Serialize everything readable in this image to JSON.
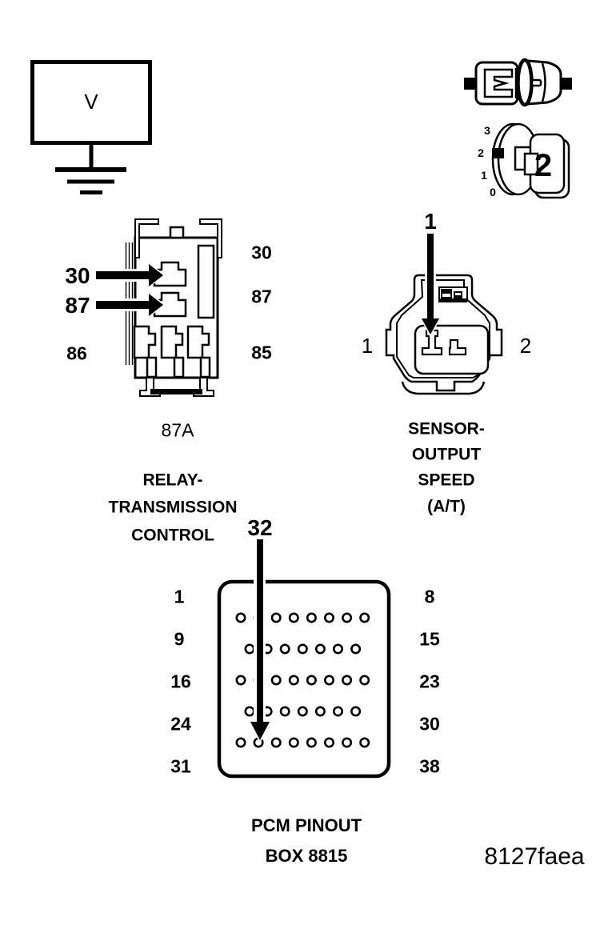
{
  "colors": {
    "ink": "#000000",
    "background": "#ffffff"
  },
  "meter": {
    "label": "V"
  },
  "dial_icon": {
    "ticks": [
      "3",
      "2",
      "1",
      "0"
    ],
    "value": "2"
  },
  "relay": {
    "arrow_labels": [
      "30",
      "87"
    ],
    "right_labels": [
      "30",
      "87",
      "85"
    ],
    "left_label": "86",
    "bottom_label": "87A",
    "caption_lines": [
      "RELAY-",
      "TRANSMISSION",
      "CONTROL"
    ]
  },
  "sensor": {
    "arrow_label": "1",
    "left_label": "1",
    "right_label": "2",
    "caption_lines": [
      "SENSOR-",
      "OUTPUT",
      "SPEED",
      "(A/T)"
    ]
  },
  "pcm": {
    "arrow_label": "32",
    "rows": [
      {
        "left": "1",
        "right": "8",
        "pins": 8,
        "stagger": false
      },
      {
        "left": "9",
        "right": "15",
        "pins": 7,
        "stagger": true
      },
      {
        "left": "16",
        "right": "23",
        "pins": 8,
        "stagger": false
      },
      {
        "left": "24",
        "right": "30",
        "pins": 7,
        "stagger": true
      },
      {
        "left": "31",
        "right": "38",
        "pins": 8,
        "stagger": false
      }
    ],
    "caption_lines": [
      "PCM PINOUT",
      "BOX 8815"
    ]
  },
  "figure_code": "8127faea"
}
